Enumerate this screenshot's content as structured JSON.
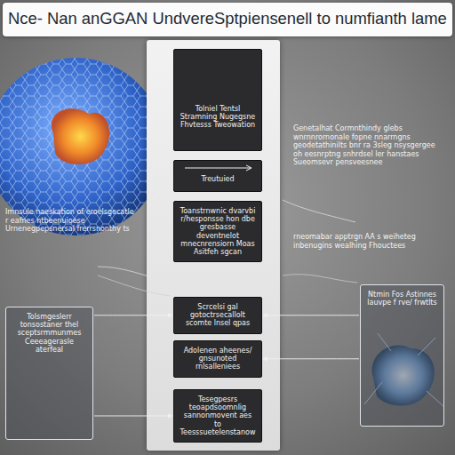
{
  "diagram": {
    "title": "Nce- Nan  anGGAN UndvereSptpiensenell to numfianth  lame",
    "nodes": [
      {
        "text": [
          "Tolniel Tentsl Stramning Nugegsne Fhvtesss Tweowation"
        ]
      },
      {
        "text": [
          "Treutuied"
        ]
      },
      {
        "text": [
          "Toanstrnwnic dvarvbi r/hesponsse hon dbe gresbasse deventnelot mnecnrensiorn Moas Asitfeh sgcan"
        ]
      },
      {
        "text": [
          "Scrcelsi gal gotoctrsecallolt scomte lnsel qpas"
        ]
      },
      {
        "text": [
          "Adolenen aheenes/ gnsunoted rnlsalleniees"
        ]
      },
      {
        "text": [
          "Tesegpesrs teoapdsoomnlig sannonmovent aes to Teesssuetelenstanow"
        ]
      },
      {
        "text": [
          "Tolsmgeslerr tonsostaner thel sceptsrmmunmes Ceeeagerasle aterfeal"
        ]
      },
      {
        "text": [
          "Ntmin Fos Astinnes lauvpe f rve/ frwtlts"
        ]
      }
    ],
    "edges": [
      {
        "from": 6,
        "to": 3,
        "arrow": "to"
      },
      {
        "from": 6,
        "to": 5,
        "arrow": "to"
      },
      {
        "from": 7,
        "to": 4,
        "arrow": "to"
      },
      {
        "from": 7,
        "to": 3,
        "arrow": "to"
      }
    ],
    "labels": [
      "Imnsule naeskation of eroelsgecatle r eafnes ntbeenuioese Urnenegpepsnersal frerrsnonthy ts",
      "Genetalhat Cormnthindy glebs wnrnnrornonale fopne nnarrngns geodetathinilts bnr ra 3sleg nsysgergee oh eesnrptng snhrdsel ler hanstaes Sueomsevr pensveesnee",
      "rneomabar apptrgn AA s weiheteg inbenugins wealhing Fhouctees"
    ]
  }
}
